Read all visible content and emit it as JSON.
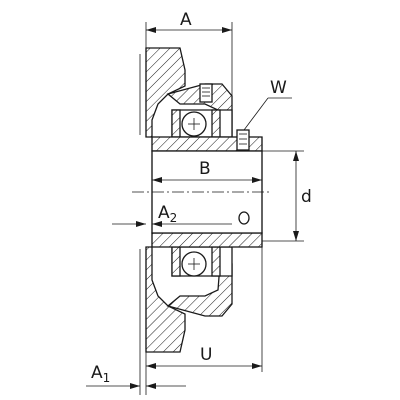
{
  "labels": {
    "A": "A",
    "W": "W",
    "B": "B",
    "d": "d",
    "A2_main": "A",
    "A2_sub": "2",
    "U": "U",
    "A1_main": "A",
    "A1_sub": "1"
  }
}
